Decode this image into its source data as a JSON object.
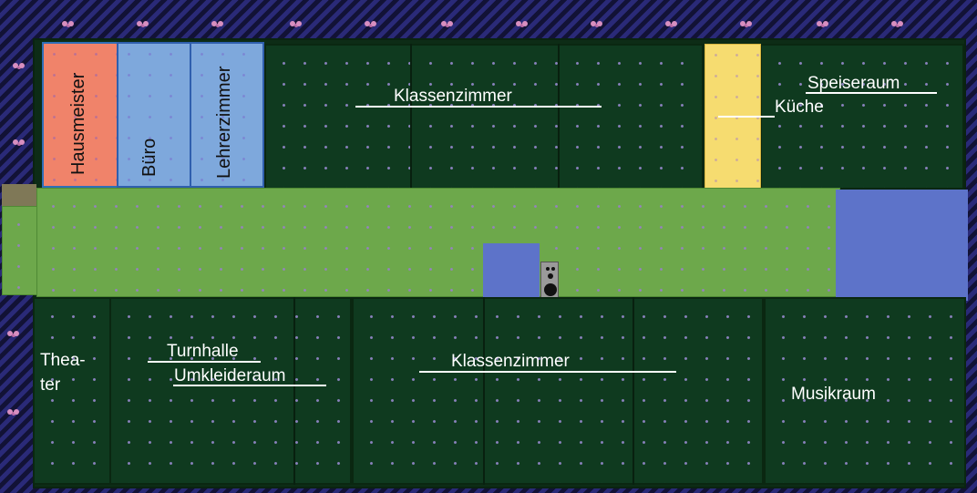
{
  "map": {
    "rooms_upper": {
      "hausmeister": "Hausmeister",
      "buero": "Büro",
      "lehrerzimmer": "Lehrerzimmer",
      "klassenzimmer": "Klassenzimmer",
      "kueche": "Küche",
      "speiseraum": "Speiseraum"
    },
    "rooms_lower": {
      "theater_line1": "Thea-",
      "theater_line2": "ter",
      "turnhalle": "Turnhalle",
      "umkleideraum": "Umkleideraum",
      "klassenzimmer": "Klassenzimmer",
      "musikraum": "Musikraum"
    },
    "colors": {
      "floor_dark": "#0f3a1f",
      "hallway": "#6da84b",
      "hausmeister": "#f0836a",
      "office": "#7ea8dc",
      "kitchen": "#f6dc70",
      "pool": "#5d73c9"
    }
  }
}
